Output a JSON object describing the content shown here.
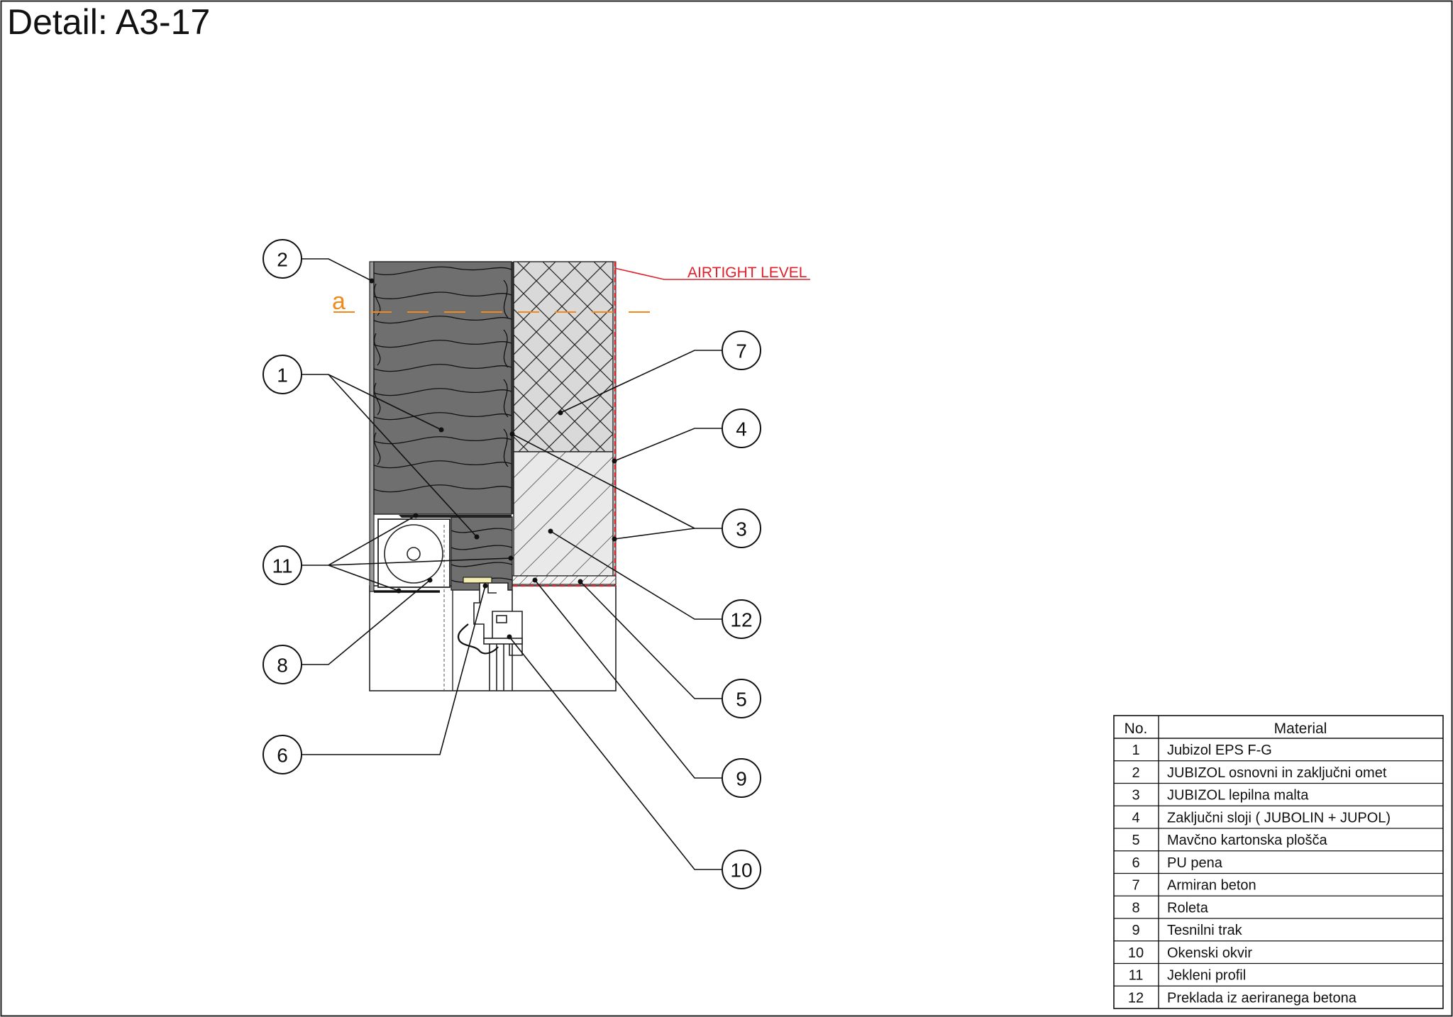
{
  "title": "Detail: A3-17",
  "airtight_label": "AIRTIGHT LEVEL",
  "section_label": "a",
  "tags": [
    "1",
    "2",
    "3",
    "4",
    "5",
    "6",
    "7",
    "8",
    "9",
    "10",
    "11",
    "12"
  ],
  "legend": {
    "header_no": "No.",
    "header_material": "Material",
    "rows": [
      {
        "no": "1",
        "material": "Jubizol EPS F-G"
      },
      {
        "no": "2",
        "material": "JUBIZOL osnovni in zaključni omet"
      },
      {
        "no": "3",
        "material": "JUBIZOL lepilna malta"
      },
      {
        "no": "4",
        "material": "Zaključni sloji  ( JUBOLIN + JUPOL)"
      },
      {
        "no": "5",
        "material": "Mavčno kartonska plošča"
      },
      {
        "no": "6",
        "material": "PU pena"
      },
      {
        "no": "7",
        "material": "Armiran beton"
      },
      {
        "no": "8",
        "material": "Roleta"
      },
      {
        "no": "9",
        "material": "Tesnilni trak"
      },
      {
        "no": "10",
        "material": "Okenski okvir"
      },
      {
        "no": "11",
        "material": "Jekleni profil"
      },
      {
        "no": "12",
        "material": "Preklada iz aeriranega betona"
      }
    ]
  },
  "colors": {
    "insulation": "#6f6f6f",
    "concrete": "#d9d9d9",
    "aerated": "#e9e9e9",
    "airtight": "#e0202a",
    "section_line": "#f08a1c",
    "seal": "#f4edb0"
  }
}
